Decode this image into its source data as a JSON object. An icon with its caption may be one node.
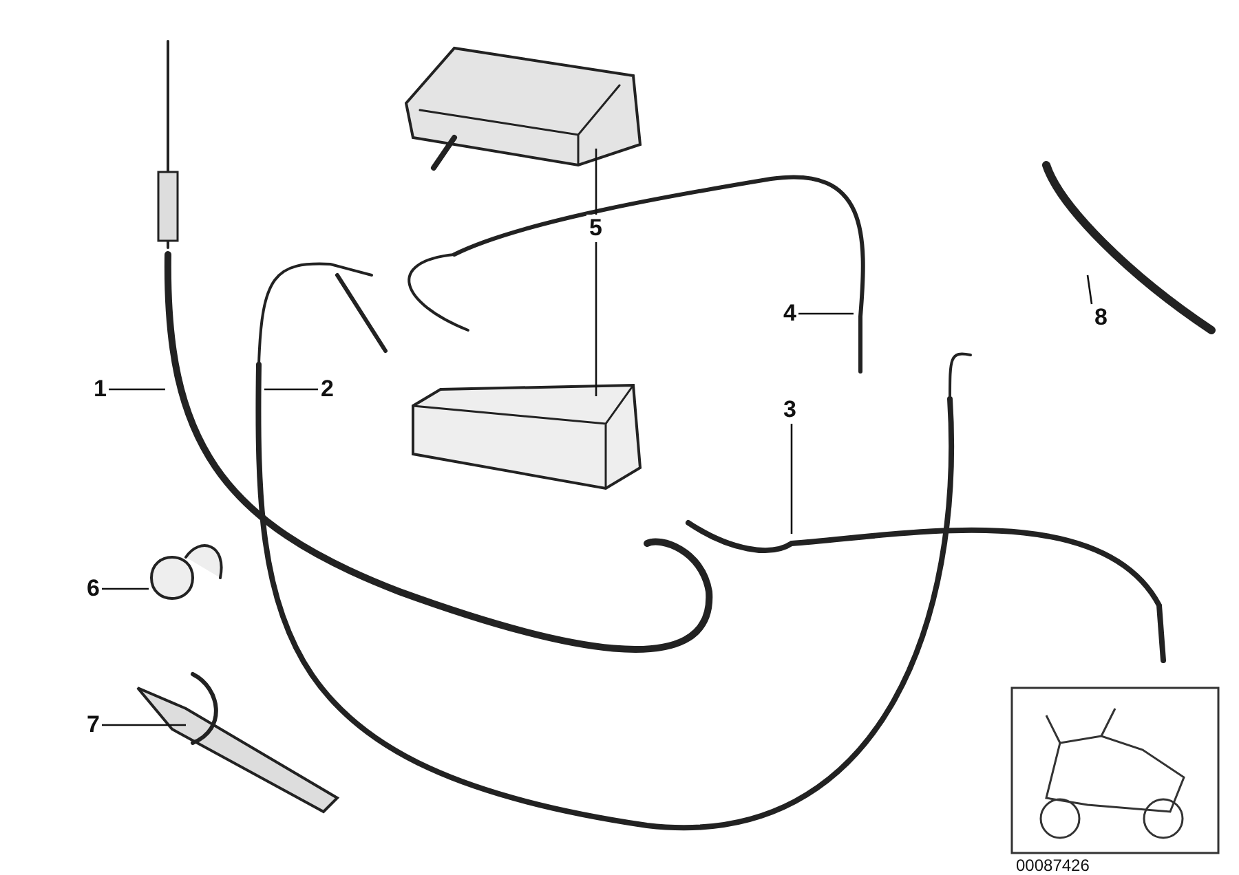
{
  "diagram": {
    "nodes": [
      {
        "text": [
          "1"
        ]
      },
      {
        "text": [
          "2"
        ]
      },
      {
        "text": [
          "3"
        ]
      },
      {
        "text": [
          "4"
        ]
      },
      {
        "text": [
          "5"
        ]
      },
      {
        "text": [
          "6"
        ]
      },
      {
        "text": [
          "7"
        ]
      },
      {
        "text": [
          "8"
        ]
      }
    ],
    "edges": [
      {
        "from": 0,
        "to": null,
        "arrow": "none"
      },
      {
        "from": 1,
        "to": null,
        "arrow": "none"
      },
      {
        "from": 2,
        "to": null,
        "arrow": "none"
      },
      {
        "from": 3,
        "to": null,
        "arrow": "none"
      },
      {
        "from": 4,
        "to": null,
        "arrow": "none"
      },
      {
        "from": 4,
        "to": null,
        "arrow": "none"
      },
      {
        "from": 5,
        "to": null,
        "arrow": "none"
      },
      {
        "from": 6,
        "to": null,
        "arrow": "none"
      },
      {
        "from": 7,
        "to": null,
        "arrow": "none"
      }
    ],
    "labels": [
      "00087426"
    ]
  }
}
